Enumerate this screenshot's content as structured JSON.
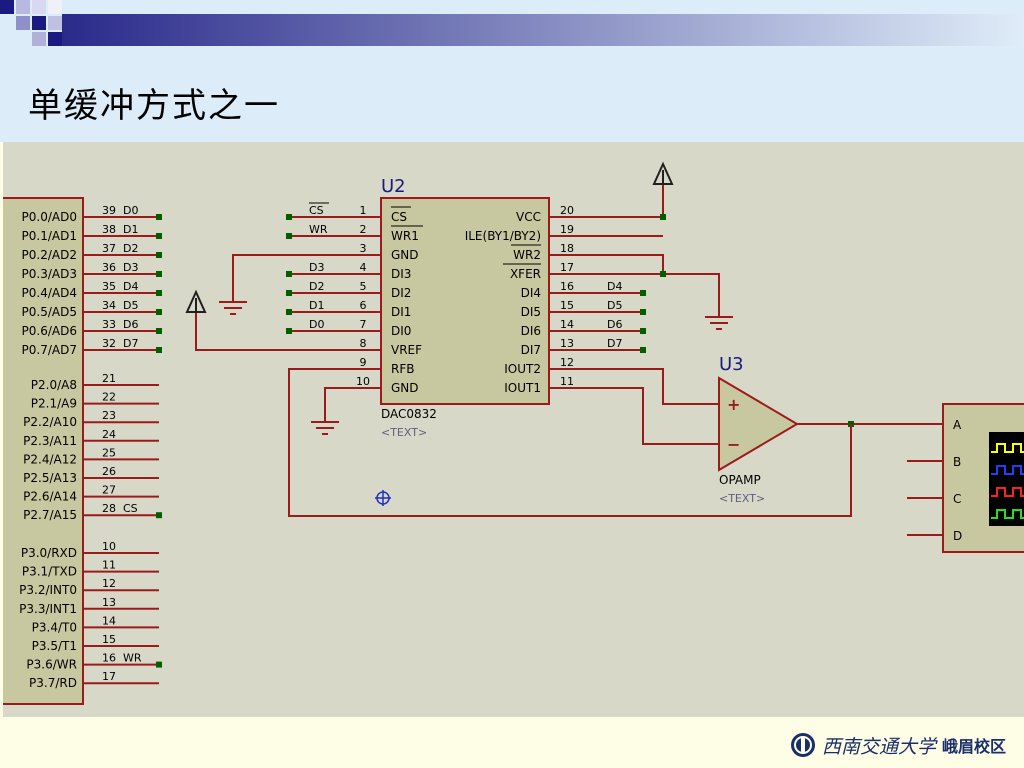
{
  "slide": {
    "title": "单缓冲方式之一"
  },
  "footer": {
    "university": "西南交通大学",
    "campus": "峨眉校区"
  },
  "mcu": {
    "p0": [
      {
        "pin": "P0.0/AD0",
        "num": "39",
        "net": "D0"
      },
      {
        "pin": "P0.1/AD1",
        "num": "38",
        "net": "D1"
      },
      {
        "pin": "P0.2/AD2",
        "num": "37",
        "net": "D2"
      },
      {
        "pin": "P0.3/AD3",
        "num": "36",
        "net": "D3"
      },
      {
        "pin": "P0.4/AD4",
        "num": "35",
        "net": "D4"
      },
      {
        "pin": "P0.5/AD5",
        "num": "34",
        "net": "D5"
      },
      {
        "pin": "P0.6/AD6",
        "num": "33",
        "net": "D6"
      },
      {
        "pin": "P0.7/AD7",
        "num": "32",
        "net": "D7"
      }
    ],
    "p2": [
      {
        "pin": "P2.0/A8",
        "num": "21",
        "net": ""
      },
      {
        "pin": "P2.1/A9",
        "num": "22",
        "net": ""
      },
      {
        "pin": "P2.2/A10",
        "num": "23",
        "net": ""
      },
      {
        "pin": "P2.3/A11",
        "num": "24",
        "net": ""
      },
      {
        "pin": "P2.4/A12",
        "num": "25",
        "net": ""
      },
      {
        "pin": "P2.5/A13",
        "num": "26",
        "net": ""
      },
      {
        "pin": "P2.6/A14",
        "num": "27",
        "net": ""
      },
      {
        "pin": "P2.7/A15",
        "num": "28",
        "net": "CS"
      }
    ],
    "p3": [
      {
        "pin": "P3.0/RXD",
        "num": "10",
        "net": ""
      },
      {
        "pin": "P3.1/TXD",
        "num": "11",
        "net": ""
      },
      {
        "pin": "P3.2/INT0",
        "num": "12",
        "net": ""
      },
      {
        "pin": "P3.3/INT1",
        "num": "13",
        "net": ""
      },
      {
        "pin": "P3.4/T0",
        "num": "14",
        "net": ""
      },
      {
        "pin": "P3.5/T1",
        "num": "15",
        "net": ""
      },
      {
        "pin": "P3.6/WR",
        "num": "16",
        "net": "WR"
      },
      {
        "pin": "P3.7/RD",
        "num": "17",
        "net": ""
      }
    ]
  },
  "dac": {
    "ref": "U2",
    "part": "DAC0832",
    "text": "<TEXT>",
    "left": [
      {
        "num": "1",
        "name": "CS",
        "net": "CS"
      },
      {
        "num": "2",
        "name": "WR1",
        "net": "WR"
      },
      {
        "num": "3",
        "name": "GND",
        "net": ""
      },
      {
        "num": "4",
        "name": "DI3",
        "net": "D3"
      },
      {
        "num": "5",
        "name": "DI2",
        "net": "D2"
      },
      {
        "num": "6",
        "name": "DI1",
        "net": "D1"
      },
      {
        "num": "7",
        "name": "DI0",
        "net": "D0"
      },
      {
        "num": "8",
        "name": "VREF",
        "net": ""
      },
      {
        "num": "9",
        "name": "RFB",
        "net": ""
      },
      {
        "num": "10",
        "name": "GND",
        "net": ""
      }
    ],
    "right": [
      {
        "num": "20",
        "name": "VCC",
        "net": ""
      },
      {
        "num": "19",
        "name": "ILE(BY1/BY2)",
        "net": ""
      },
      {
        "num": "18",
        "name": "WR2",
        "net": ""
      },
      {
        "num": "17",
        "name": "XFER",
        "net": ""
      },
      {
        "num": "16",
        "name": "DI4",
        "net": "D4"
      },
      {
        "num": "15",
        "name": "DI5",
        "net": "D5"
      },
      {
        "num": "14",
        "name": "DI6",
        "net": "D6"
      },
      {
        "num": "13",
        "name": "DI7",
        "net": "D7"
      },
      {
        "num": "12",
        "name": "IOUT2",
        "net": ""
      },
      {
        "num": "11",
        "name": "IOUT1",
        "net": ""
      }
    ]
  },
  "opamp": {
    "ref": "U3",
    "part": "OPAMP",
    "text": "<TEXT>",
    "plus": "+",
    "minus": "−"
  },
  "scope": {
    "channels": [
      "A",
      "B",
      "C",
      "D"
    ]
  },
  "colors": {
    "wire": "#9b1b1b",
    "net": "#006000",
    "label": "#1a1a80",
    "body": "#c8c8a0",
    "bg": "#d8d8c8"
  }
}
